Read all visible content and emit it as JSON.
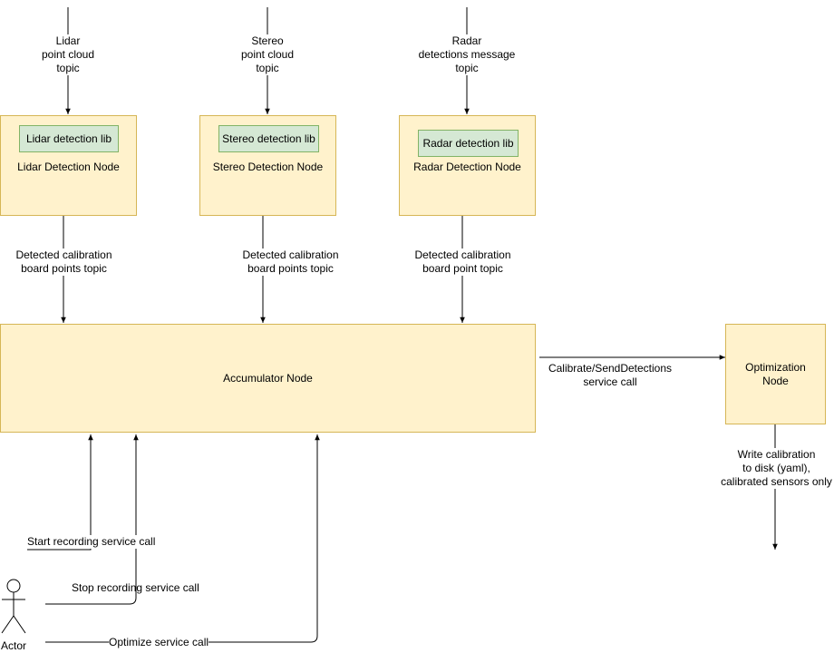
{
  "inputs": {
    "lidar_topic": [
      "Lidar",
      "point cloud",
      "topic"
    ],
    "stereo_topic": [
      "Stereo",
      "point cloud",
      "topic"
    ],
    "radar_topic": [
      "Radar",
      "detections message",
      "topic"
    ]
  },
  "nodes": {
    "lidar": {
      "title": "Lidar Detection Node",
      "lib": "Lidar detection lib"
    },
    "stereo": {
      "title": "Stereo Detection Node",
      "lib": "Stereo detection lib"
    },
    "radar": {
      "title": "Radar Detection Node",
      "lib": "Radar detection lib"
    },
    "accumulator": {
      "title": "Accumulator Node"
    },
    "optimization": {
      "title": [
        "Optimization",
        "Node"
      ]
    }
  },
  "edges": {
    "lidar_out": [
      "Detected calibration",
      "board points topic"
    ],
    "stereo_out": [
      "Detected calibration",
      "board points topic"
    ],
    "radar_out": [
      "Detected calibration",
      "board point topic"
    ],
    "calibrate": [
      "Calibrate/SendDetections",
      "service call"
    ],
    "write_calibration": [
      "Write calibration",
      "to disk (yaml),",
      "calibrated sensors only"
    ],
    "start_recording": "Start recording service call",
    "stop_recording": "Stop recording service call",
    "optimize": "Optimize service call"
  },
  "actor": {
    "label": "Actor"
  },
  "colors": {
    "node_fill": "#fff2cc",
    "node_stroke": "#d6b656",
    "lib_fill": "#d5e8d4",
    "lib_stroke": "#82b366",
    "line": "#000000"
  }
}
